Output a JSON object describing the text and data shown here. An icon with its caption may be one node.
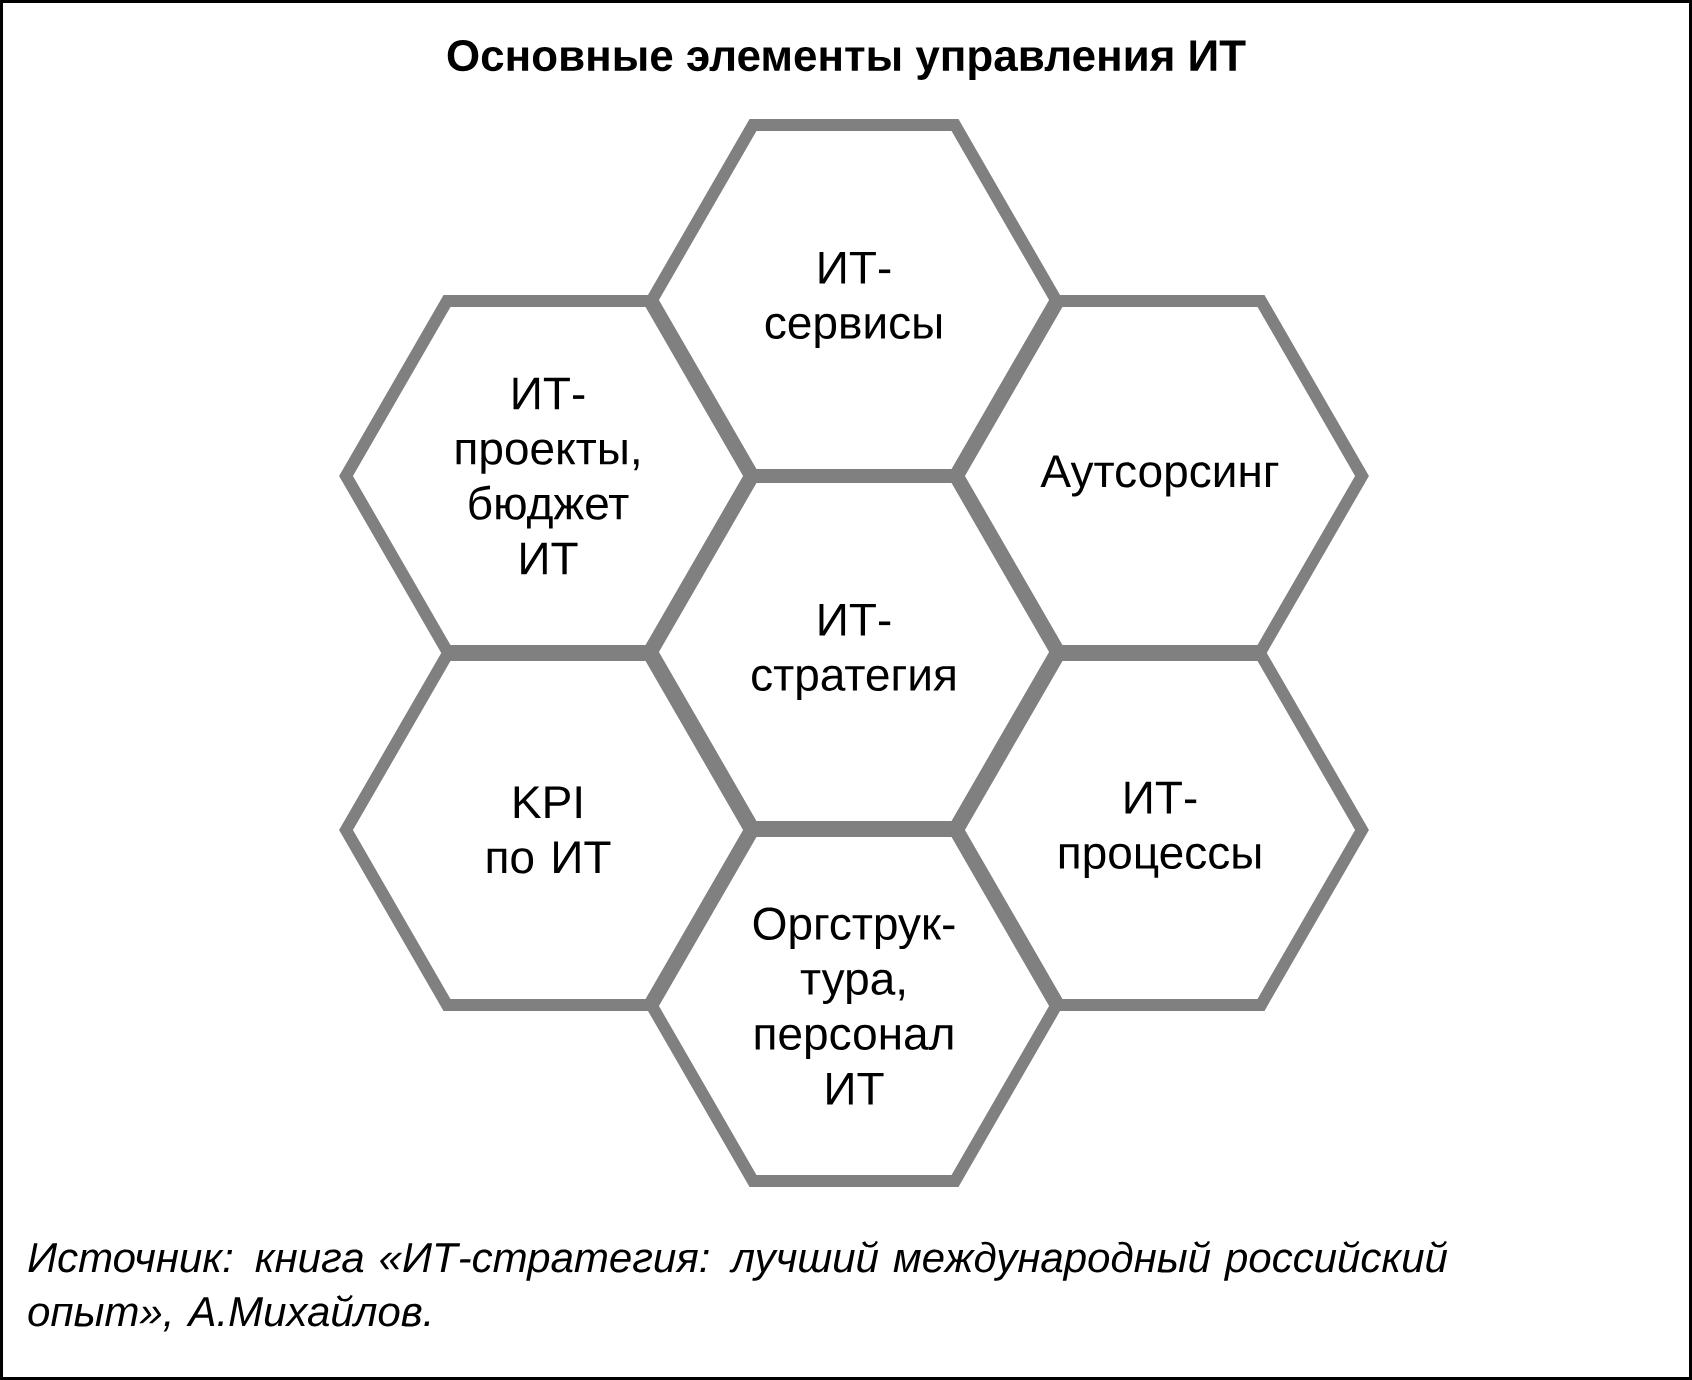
{
  "diagram": {
    "title": "Основные элементы управления ИТ",
    "caption": "Источник: книга «ИТ-стратегия: лучший международный российский опыт», А.Михайлов.",
    "nodes": [
      {
        "text": [
          "ИТ- сервисы"
        ]
      },
      {
        "text": [
          "ИТ- проекты, бюджет ИТ"
        ]
      },
      {
        "text": [
          "Аутсорсинг"
        ]
      },
      {
        "text": [
          "ИТ- стратегия"
        ]
      },
      {
        "text": [
          "KPI по ИТ"
        ]
      },
      {
        "text": [
          "ИТ- процессы"
        ]
      },
      {
        "text": [
          "Оргструк- тура, персонал ИТ"
        ]
      }
    ],
    "edges": []
  }
}
